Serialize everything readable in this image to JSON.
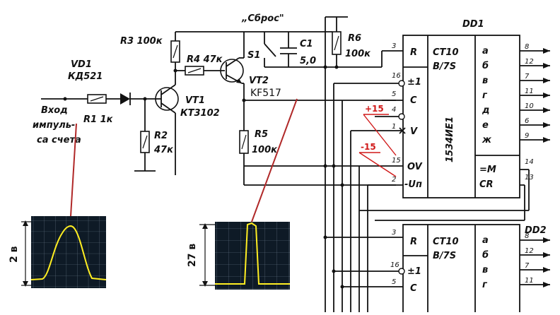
{
  "labels": {
    "reset": "„Сброс\"",
    "dd1": "DD1",
    "dd2": "DD2",
    "r3": "R3 100к",
    "r4": "R4 47к",
    "r6": "R6",
    "r6v": "100к",
    "c1": "C1",
    "c1v": "5,0",
    "s1": "S1",
    "vd1": "VD1",
    "vd1t": "КД521",
    "r1": "R1 1к",
    "vt1": "VT1",
    "vt1t": "КТ3102",
    "vt2": "VT2",
    "vt2t": "KF517",
    "r2": "R2",
    "r2v": "47к",
    "r5": "R5",
    "r5v": "100к",
    "input1": "Вход",
    "input2": "импуль-",
    "input3": "са счета",
    "ic1": "1534ИЕ1",
    "ct": "CT10",
    "bcd": "B/7S",
    "r": "R",
    "pm1": "±1",
    "c": "C",
    "v": "V",
    "ov": "OV",
    "m": "=M",
    "cr": "CR",
    "un": "-Uп",
    "plus15": "+15",
    "minus15": "-15"
  },
  "dd1_outputs": [
    {
      "seg": "а",
      "pin": "8"
    },
    {
      "seg": "б",
      "pin": "12"
    },
    {
      "seg": "в",
      "pin": "7"
    },
    {
      "seg": "г",
      "pin": "11"
    },
    {
      "seg": "д",
      "pin": "10"
    },
    {
      "seg": "е",
      "pin": "6"
    },
    {
      "seg": "ж",
      "pin": "9"
    }
  ],
  "dd1_left_pins": [
    "3",
    "16",
    "5",
    "4",
    "1",
    "15",
    "2"
  ],
  "dd1_extra_pins": [
    "14",
    "13"
  ],
  "dd2_outputs": [
    {
      "seg": "а",
      "pin": "8"
    },
    {
      "seg": "б",
      "pin": "12"
    },
    {
      "seg": "в",
      "pin": "7"
    },
    {
      "seg": "г",
      "pin": "11"
    }
  ],
  "dd2_left_pins": [
    "3",
    "16",
    "5"
  ],
  "scope1": {
    "label": "2 в"
  },
  "scope2": {
    "label": "27 в"
  }
}
